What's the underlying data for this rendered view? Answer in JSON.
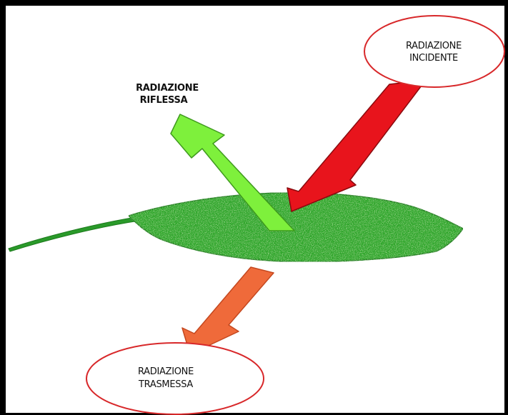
{
  "labels": {
    "incident": [
      "RADIAZIONE",
      "INCIDENTE"
    ],
    "reflected": [
      "RADIAZIONE",
      "RIFLESSA"
    ],
    "transmitted": [
      "RADIAZIONE",
      "TRASMESSA"
    ]
  },
  "colors": {
    "incident_arrow": "#e8141c",
    "reflected_arrow": "#7ef03c",
    "transmitted_arrow": "#ef6a3a",
    "leaf": "#2fa62a",
    "ellipse_stroke": "#d8282a",
    "frame": "#000000"
  }
}
